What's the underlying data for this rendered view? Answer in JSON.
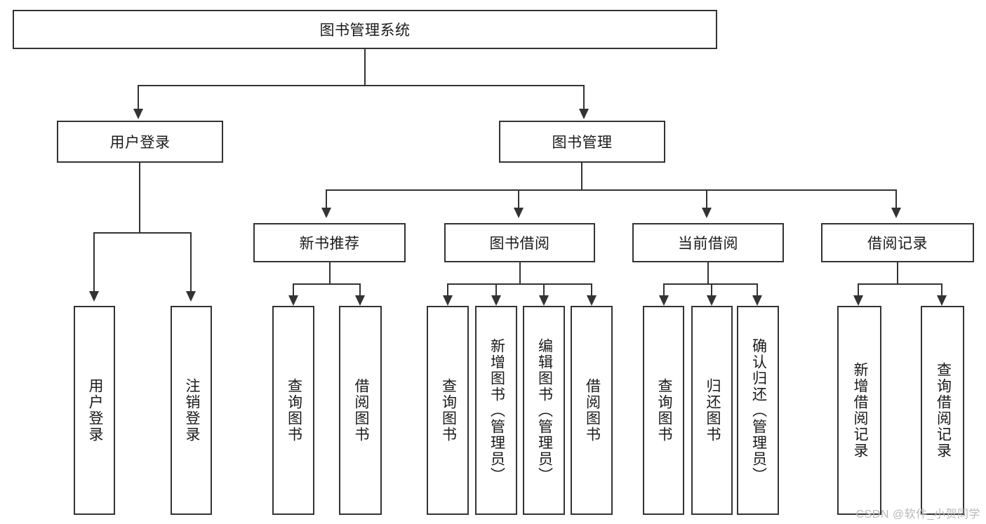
{
  "diagram": {
    "title": "图书管理系统",
    "root": {
      "label": "图书管理系统"
    },
    "level2": [
      {
        "label": "用户登录"
      },
      {
        "label": "图书管理"
      }
    ],
    "level3": [
      {
        "label": "新书推荐"
      },
      {
        "label": "图书借阅"
      },
      {
        "label": "当前借阅"
      },
      {
        "label": "借阅记录"
      }
    ],
    "leaves": [
      {
        "label": "用户登录"
      },
      {
        "label": "注销登录"
      },
      {
        "label": "查询图书"
      },
      {
        "label": "借阅图书"
      },
      {
        "label": "查询图书"
      },
      {
        "label": "新增图书（管理员）"
      },
      {
        "label": "编辑图书（管理员）"
      },
      {
        "label": "借阅图书"
      },
      {
        "label": "查询图书"
      },
      {
        "label": "归还图书"
      },
      {
        "label": "确认归还（管理员）"
      },
      {
        "label": "新增借阅记录"
      },
      {
        "label": "查询借阅记录"
      }
    ]
  },
  "watermark": {
    "text": "CSDN @软件_小贺同学"
  },
  "colors": {
    "stroke": "#333333",
    "background": "#ffffff",
    "text": "#1a1a1a",
    "watermark": "#b9b9b9"
  }
}
